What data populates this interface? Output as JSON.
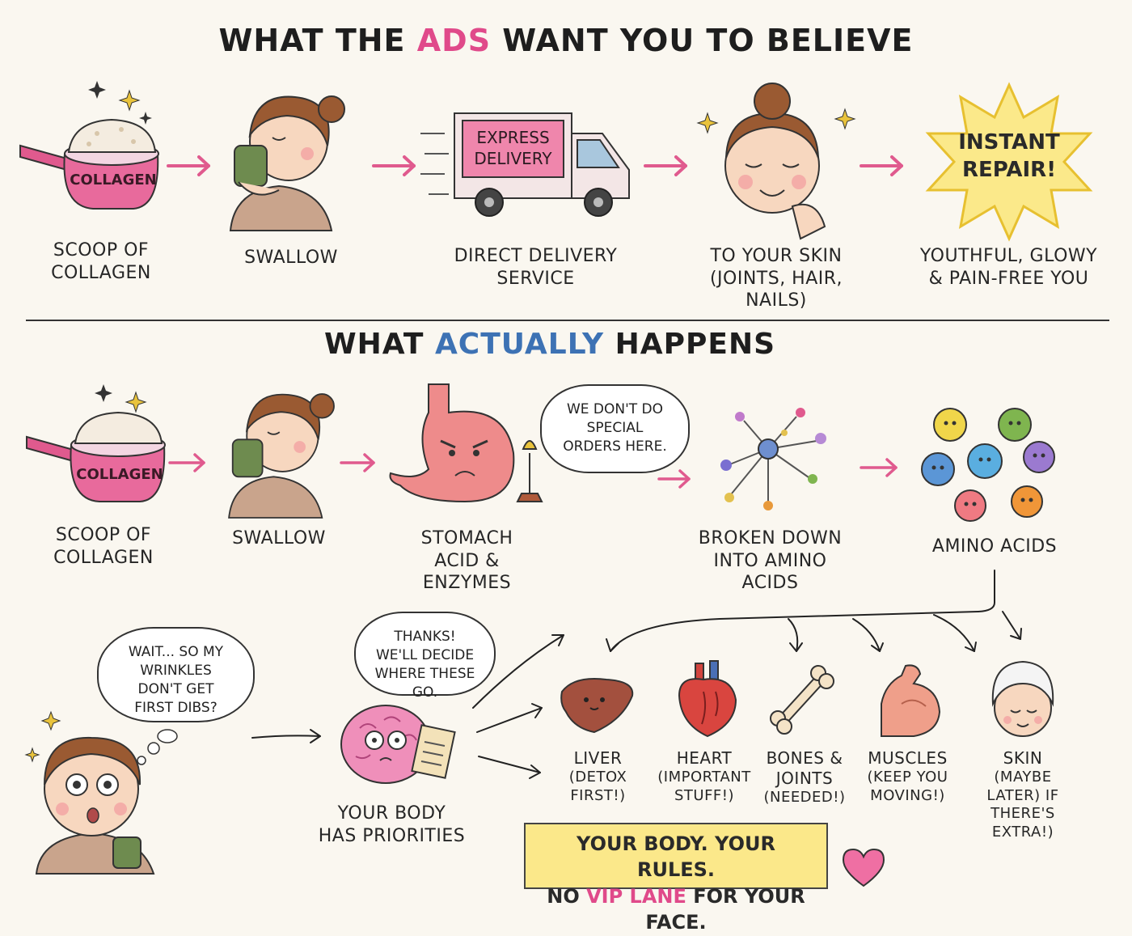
{
  "top": {
    "title_pre": "WHAT THE ",
    "title_hl": "ADS",
    "title_post": " WANT YOU TO BELIEVE",
    "cup_label": "COLLAGEN",
    "truck_sign": "EXPRESS DELIVERY",
    "burst_text": "INSTANT REPAIR!",
    "steps": [
      "SCOOP OF COLLAGEN",
      "SWALLOW",
      "DIRECT DELIVERY SERVICE",
      "TO YOUR SKIN (JOINTS, HAIR, NAILS)",
      "YOUTHFUL, GLOWY & PAIN-FREE YOU"
    ]
  },
  "bottom": {
    "title_pre": "WHAT ",
    "title_hl": "ACTUALLY",
    "title_post": " HAPPENS",
    "cup_label": "COLLAGEN",
    "steps": [
      "SCOOP OF COLLAGEN",
      "SWALLOW",
      "STOMACH ACID & ENZYMES",
      "BROKEN DOWN INTO AMINO ACIDS",
      "AMINO ACIDS"
    ],
    "stomach_bubble": "WE DON'T DO SPECIAL ORDERS HERE.",
    "woman_thought": "WAIT... SO MY WRINKLES DON'T GET FIRST DIBS?",
    "brain_bubble": "THANKS! WE'LL DECIDE WHERE THESE GO.",
    "body_label": "YOUR BODY HAS PRIORITIES",
    "destinations": [
      {
        "name": "LIVER",
        "note": "(DETOX FIRST!)"
      },
      {
        "name": "HEART",
        "note": "(IMPORTANT STUFF!)"
      },
      {
        "name": "BONES & JOINTS",
        "note": "(NEEDED!)"
      },
      {
        "name": "MUSCLES",
        "note": "(KEEP YOU MOVING!)"
      },
      {
        "name": "SKIN",
        "note": "(MAYBE LATER) IF THERE'S EXTRA!)"
      }
    ],
    "slogan_line1": "YOUR BODY. YOUR RULES.",
    "slogan_pre": "NO ",
    "slogan_hl": "VIP LANE",
    "slogan_post": " FOR YOUR FACE."
  },
  "colors": {
    "accent_pink": "#e04a8a",
    "accent_blue": "#3d72b4",
    "arrow_pink": "#e05a8e",
    "slogan_bg": "#fbe88a"
  }
}
